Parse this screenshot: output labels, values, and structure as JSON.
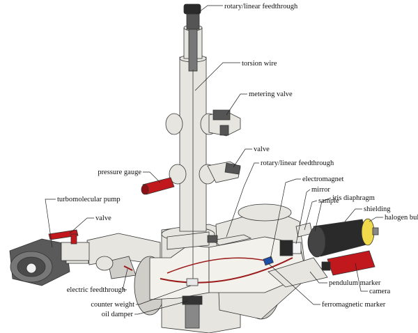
{
  "labels": {
    "rotary_feedthrough_top": "rotary/linear feedthrough",
    "torsion_wire": "torsion wire",
    "metering_valve": "metering valve",
    "valve_upper": "valve",
    "pressure_gauge": "pressure gauge",
    "rotary_feedthrough_mid": "rotary/linear feedthrough",
    "electromagnet": "electromagnet",
    "mirror": "mirror",
    "sample": "sample",
    "iris_diaphragm": "iris diaphragm",
    "shielding": "shielding",
    "halogen_bulb": "halogen bulb",
    "turbomolecular_pump": "turbomolecular pump",
    "valve_left": "valve",
    "camera": "camera",
    "pendulum_marker": "pendulum marker",
    "electric_feedthrough": "electric feedthrough",
    "ferromagnetic_marker": "ferromagnetic marker",
    "counter_weight": "counter weight",
    "oil_damper": "oil damper"
  },
  "colors": {
    "steel": "#e6e5e0",
    "red_part": "#c0181c",
    "black_part": "#2a2a2a",
    "blue_marker": "#1f4fa8",
    "bulb_yellow": "#f0d94a",
    "wire": "#9a1a1a"
  }
}
